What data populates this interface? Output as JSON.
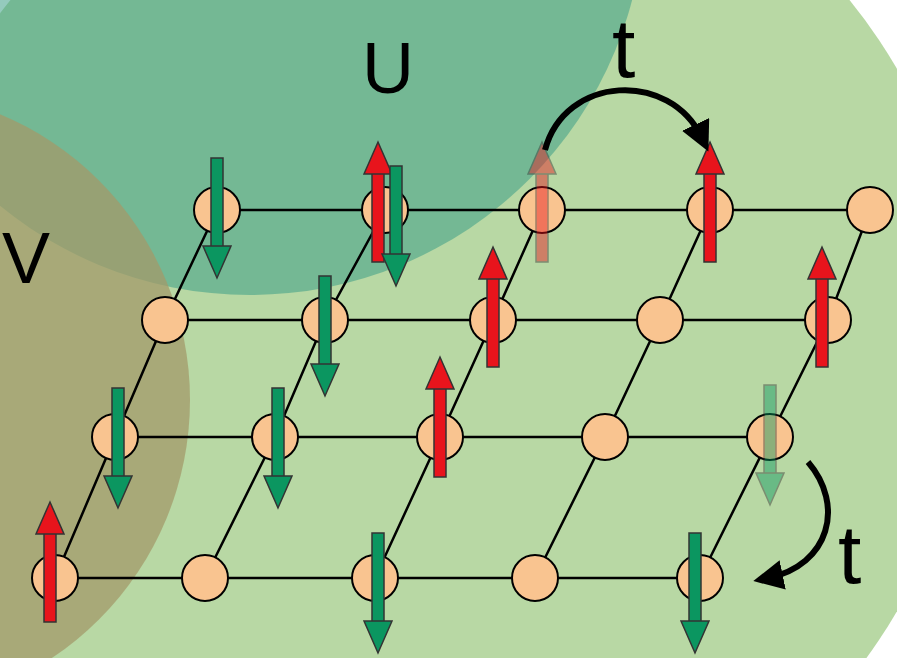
{
  "diagram": {
    "labels": [
      "V",
      "U",
      "t",
      "t"
    ]
  }
}
